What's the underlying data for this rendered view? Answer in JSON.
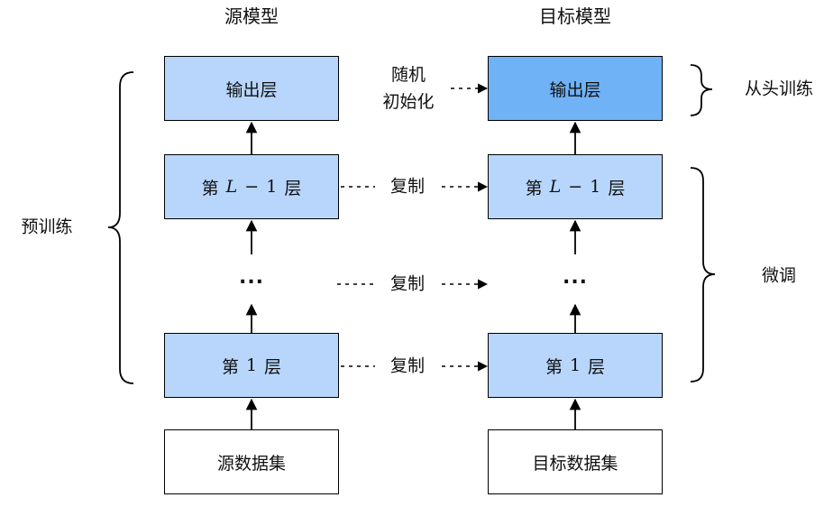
{
  "columns": {
    "source_title": "源模型",
    "target_title": "目标模型"
  },
  "source_model": {
    "output_layer": "输出层",
    "layer_L_minus_1": {
      "prefix": "第",
      "var": "L",
      "op": "−",
      "num": "1",
      "suffix": "层"
    },
    "ellipsis": "···",
    "layer_1": {
      "prefix": "第",
      "num": "1",
      "suffix": "层"
    },
    "dataset": "源数据集"
  },
  "target_model": {
    "output_layer": "输出层",
    "layer_L_minus_1": {
      "prefix": "第",
      "var": "L",
      "op": "−",
      "num": "1",
      "suffix": "层"
    },
    "ellipsis": "···",
    "layer_1": {
      "prefix": "第",
      "num": "1",
      "suffix": "层"
    },
    "dataset": "目标数据集"
  },
  "connections": {
    "random_init_line1": "随机",
    "random_init_line2": "初始化",
    "copy_top": "复制",
    "copy_middle": "复制",
    "copy_bottom": "复制"
  },
  "braces": {
    "pretrain": "预训练",
    "train_from_scratch": "从头训练",
    "finetune": "微调"
  },
  "colors": {
    "layer_fill": "#b8d6fb",
    "target_output_fill": "#6fb2f6",
    "dataset_fill": "#ffffff",
    "stroke": "#000000"
  }
}
